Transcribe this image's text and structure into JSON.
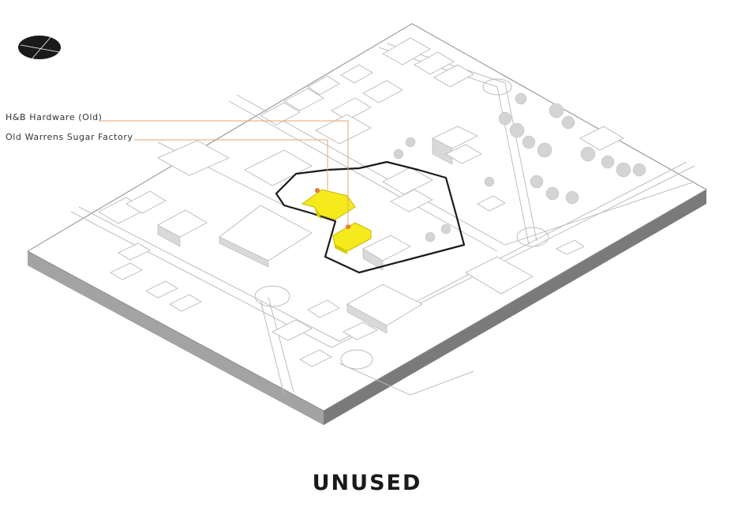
{
  "labels": {
    "hb_hardware": "H&B Hardware (Old)",
    "sugar_factory": "Old Warrens Sugar Factory"
  },
  "caption": "UNUSED",
  "icons": {
    "compass": "compass-icon"
  },
  "colors": {
    "highlight": "#f4ea1c",
    "leader_line": "#e8a46c",
    "site_boundary": "#1a1a1a",
    "ground": "#ffffff",
    "ground_edge": "#8c8c8c"
  }
}
